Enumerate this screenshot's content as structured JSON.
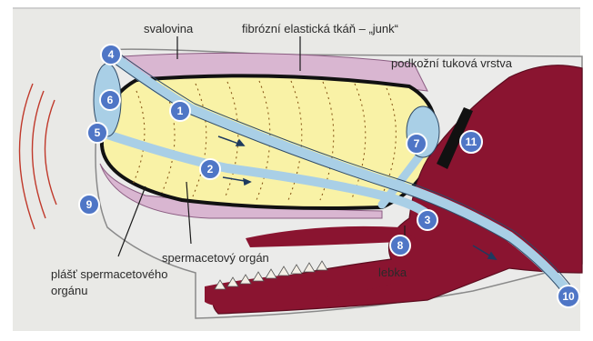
{
  "labels": {
    "muscle": "svalovina",
    "junk": "fibrózní elastická tkáň – „junk“",
    "blubber": "podkožní tuková vrstva",
    "spermaceti_organ": "spermacetový orgán",
    "sheath_line1": "plášť spermacetového",
    "sheath_line2": "orgánu",
    "skull": "lebka"
  },
  "markers": [
    "1",
    "2",
    "3",
    "4",
    "5",
    "6",
    "7",
    "8",
    "9",
    "10",
    "11"
  ],
  "colors": {
    "background": "#e9e9e6",
    "muscle": "#d9b6d1",
    "spermaceti": "#f9f2a6",
    "skull": "#8a1430",
    "passage": "#a9cfe6",
    "marker": "#4f76c6",
    "sound_arcs": "#c0392b"
  }
}
